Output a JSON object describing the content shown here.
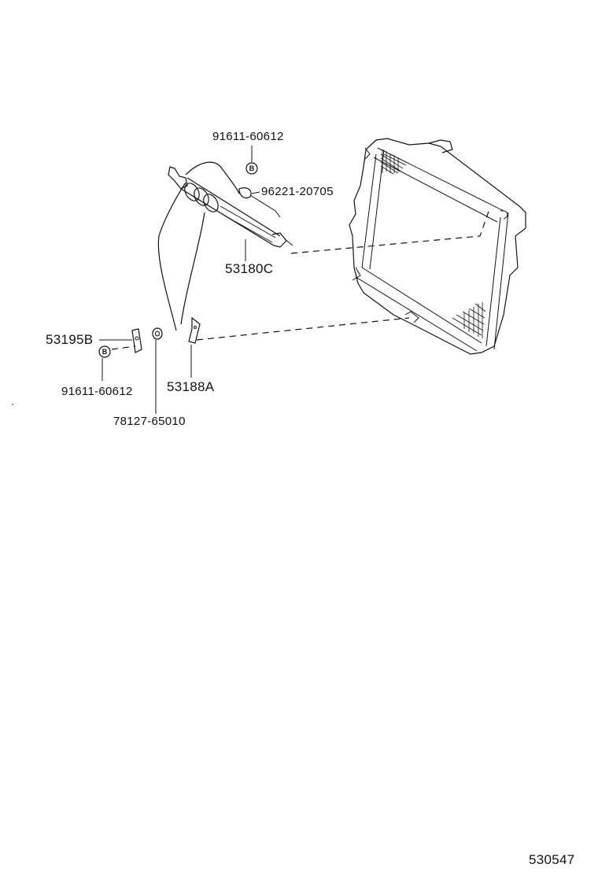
{
  "parts": {
    "bolt_top": "91611-60612",
    "hose_clamp": "96221-20705",
    "reservoir": "53180C",
    "support_left": "53195B",
    "bolt_bottom": "91611-60612",
    "grommet": "78127-65010",
    "bracket": "53188A"
  },
  "bolt_marker": "B",
  "figure_id": "530547",
  "colors": {
    "ink": "#111111",
    "background": "#ffffff"
  }
}
